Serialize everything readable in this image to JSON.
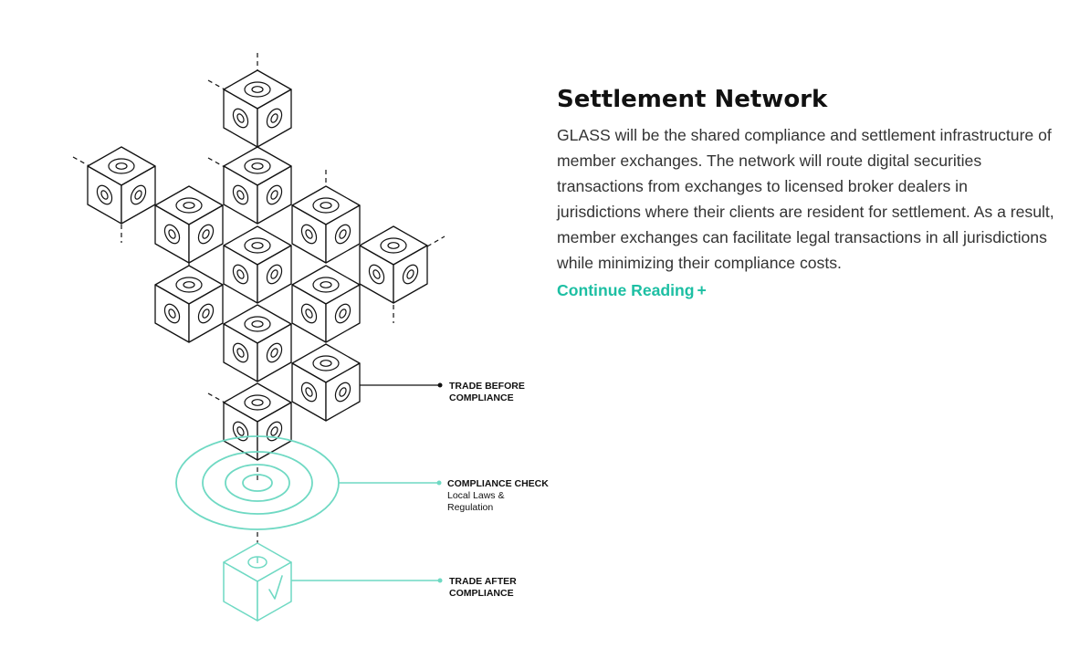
{
  "article": {
    "title": "Settlement Network",
    "body": "GLASS will be the shared compliance and settlement infrastructure of member exchanges. The network will route digital securities transactions from exchanges to licensed broker dealers in jurisdictions where their clients are resident for settlement. As a result, member exchanges can facilitate legal transactions in all jurisdictions while minimizing their compliance costs.",
    "link_label": "Continue Reading",
    "link_plus": "+"
  },
  "diagram": {
    "trade_before_line1": "TRADE BEFORE",
    "trade_before_line2": "COMPLIANCE",
    "compliance_check": "COMPLIANCE CHECK",
    "compliance_sub1": "Local Laws &",
    "compliance_sub2": "Regulation",
    "trade_after_line1": "TRADE AFTER",
    "trade_after_line2": "COMPLIANCE"
  },
  "colors": {
    "accent": "#1dbfa3",
    "diagram_accent": "#6fd9c3",
    "ink": "#111111",
    "body_text": "#333333"
  },
  "icons": {
    "link_icon": "plus-icon",
    "valid_cube_icon": "checkmark-icon"
  }
}
